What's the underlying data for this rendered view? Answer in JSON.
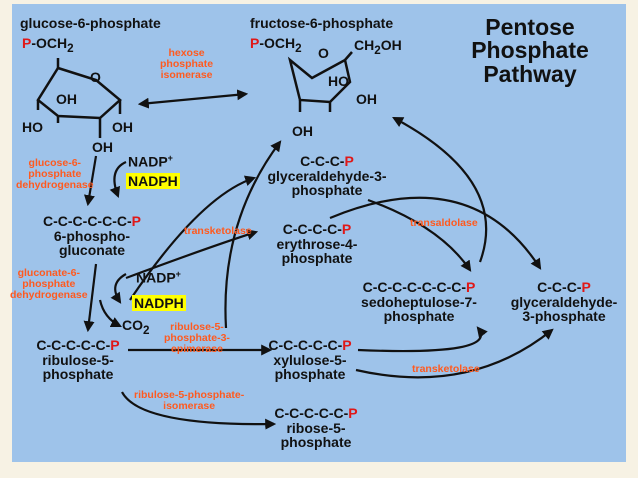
{
  "title": [
    "Pentose",
    "Phosphate",
    "Pathway"
  ],
  "g6p": {
    "name": "glucose-6-phosphate",
    "p": "P",
    "och2": "-OCH",
    "sub": "2",
    "ring": {
      "o": "O",
      "oh_top": "OH",
      "ho_left": "HO",
      "oh_right": "OH",
      "oh_bottom": "OH"
    }
  },
  "f6p": {
    "name": "fructose-6-phosphate",
    "p": "P",
    "och2": "-OCH",
    "sub": "2",
    "o": "O",
    "ch2oh_a": "CH",
    "ch2oh_b": "OH",
    "ch2oh_sub": "2",
    "ring": {
      "ho": "HO",
      "oh_right": "OH",
      "oh_bottom": "OH"
    }
  },
  "enzymes": {
    "hexose_isomerase": [
      "hexose",
      "phosphate",
      "isomerase"
    ],
    "g6pdh": [
      "glucose-6-",
      "phosphate",
      "dehydrogenase"
    ],
    "gluconate_dh": [
      "gluconate-6-",
      "phosphate",
      "dehydrogenase"
    ],
    "transketolase_1": "transketolase",
    "transaldolase": "transaldolase",
    "epimerase": [
      "ribulose-5-",
      "phosphate-3-",
      "epimerase"
    ],
    "isomerase": [
      "ribulose-5-phosphate-",
      "isomerase"
    ],
    "transketolase_2": "transketolase"
  },
  "cofactors": {
    "nadp1": "NADP",
    "nadph1": "NADPH",
    "nadp2": "NADP",
    "nadph2": "NADPH",
    "plus": "+",
    "co2": "CO",
    "co2_sub": "2"
  },
  "compounds": {
    "gluconate": {
      "chain": "C-C-C-C-C-C-",
      "p": "P",
      "name": [
        "6-phospho-",
        "gluconate"
      ]
    },
    "ribulose": {
      "chain": "C-C-C-C-C-",
      "p": "P",
      "name": [
        "ribulose-5-",
        "phosphate"
      ]
    },
    "xylulose": {
      "chain": "C-C-C-C-C-",
      "p": "P",
      "name": [
        "xylulose-5-",
        "phosphate"
      ]
    },
    "ribose": {
      "chain": "C-C-C-C-C-",
      "p": "P",
      "name": [
        "ribose-5-",
        "phosphate"
      ]
    },
    "ga3p_top": {
      "chain": "C-C-C-",
      "p": "P",
      "name": [
        "glyceraldehyde-3-",
        "phosphate"
      ]
    },
    "erythrose": {
      "chain": "C-C-C-C-",
      "p": "P",
      "name": [
        "erythrose-4-",
        "phosphate"
      ]
    },
    "sedoheptulose": {
      "chain": "C-C-C-C-C-C-C-",
      "p": "P",
      "name": [
        "sedoheptulose-7-",
        "phosphate"
      ]
    },
    "ga3p_right": {
      "chain": "C-C-C-",
      "p": "P",
      "name": [
        "glyceraldehyde-",
        "3-phosphate"
      ]
    }
  },
  "colors": {
    "panel": "#9ec3ea",
    "phosphate": "#e01818",
    "enzyme": "#ff5a1f",
    "highlight": "#ffff00"
  }
}
